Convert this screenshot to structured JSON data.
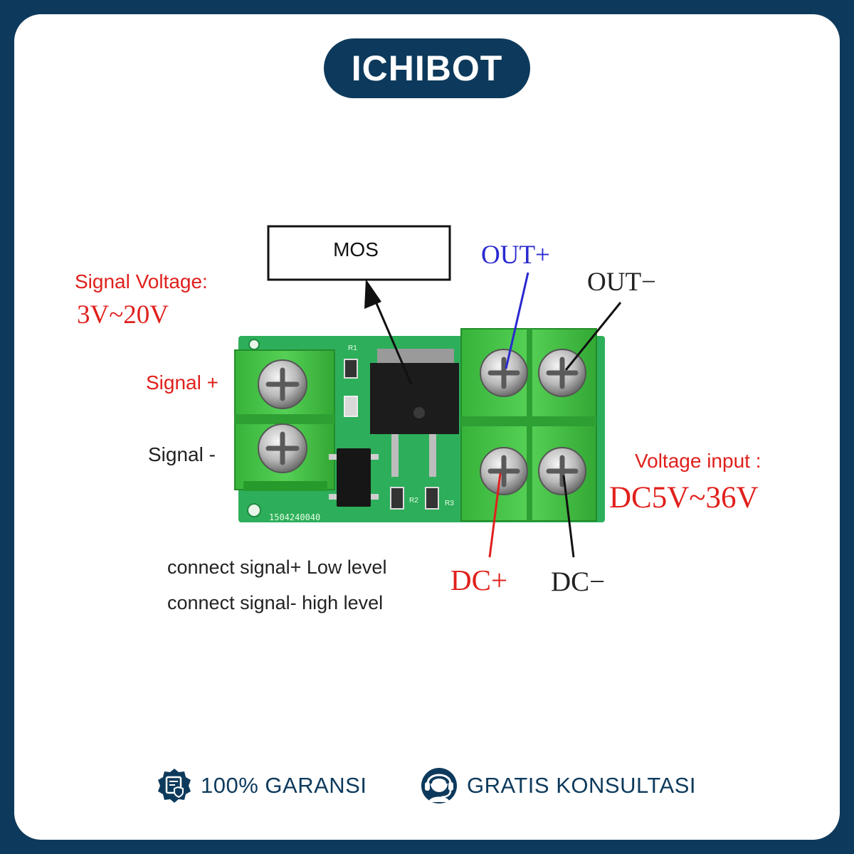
{
  "brand": {
    "name": "ICHIBOT"
  },
  "labels": {
    "mos": "MOS",
    "out_plus": "OUT+",
    "out_minus": "OUT−",
    "signal_voltage_title": "Signal Voltage:",
    "signal_voltage_range": "3V~20V",
    "signal_plus": "Signal +",
    "signal_minus": "Signal -",
    "voltage_input_title": "Voltage input :",
    "voltage_input_range": "DC5V~36V",
    "dc_plus": "DC+",
    "dc_minus": "DC−",
    "pcb_serial": "1504240040",
    "resistor_r1": "R1",
    "resistor_r2": "R2",
    "resistor_r3": "R3"
  },
  "notes": {
    "line1": "connect signal+ Low level",
    "line2": "connect signal- high level"
  },
  "footer": {
    "guarantee": {
      "icon": "shield-certificate-icon",
      "label": "100% GARANSI"
    },
    "consult": {
      "icon": "headset-support-icon",
      "label": "GRATIS KONSULTASI"
    }
  },
  "colors": {
    "frame": "#0d3a5c",
    "pcb_green": "#2dae5a",
    "terminal_green": "#46c845",
    "accent_red": "#e0201c",
    "accent_blue": "#2a2ad0"
  }
}
